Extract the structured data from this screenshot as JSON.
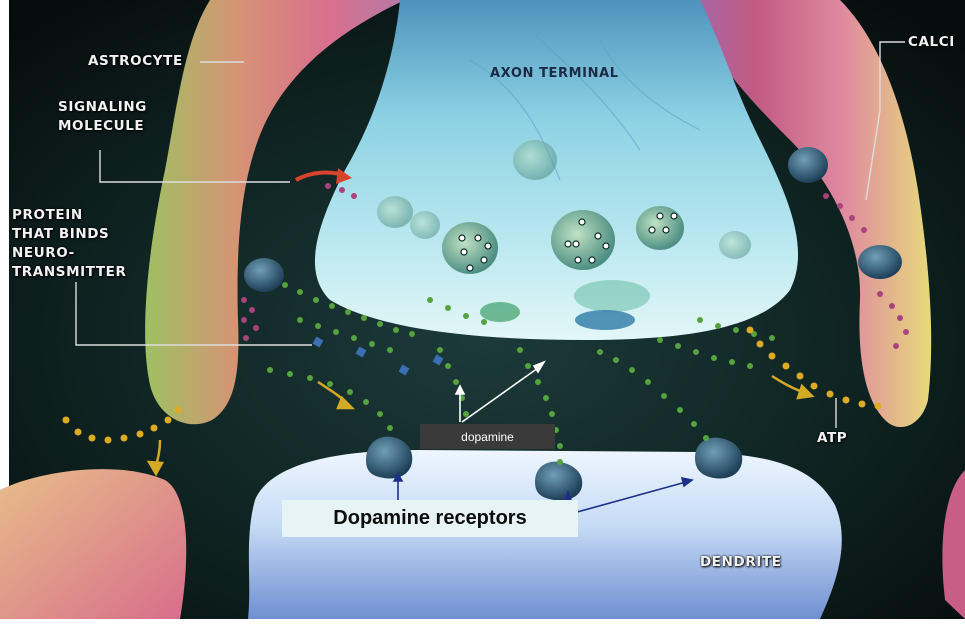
{
  "labels": {
    "astrocyte": "ASTROCYTE",
    "axon_terminal": "AXON TERMINAL",
    "calcium": "CALCI",
    "signaling_molecule": [
      "SIGNALING",
      "MOLECULE"
    ],
    "protein_binds": [
      "PROTEIN",
      "THAT BINDS",
      "NEURO-",
      "TRANSMITTER"
    ],
    "atp": "ATP",
    "dendrite": "DENDRITE",
    "dopamine": "dopamine",
    "dopamine_receptors": "Dopamine receptors"
  },
  "colors": {
    "background": "#0c1a17",
    "axon": "#aee4ef",
    "dendrite": "#c8dcf3",
    "astrocyte_pink": "#d8738f",
    "astrocyte_green": "#b3cf74",
    "dot_green": "#4d9a3b",
    "dot_yellow": "#e2b02a",
    "dot_magenta": "#a63a78",
    "receptor": "#2d5775"
  }
}
